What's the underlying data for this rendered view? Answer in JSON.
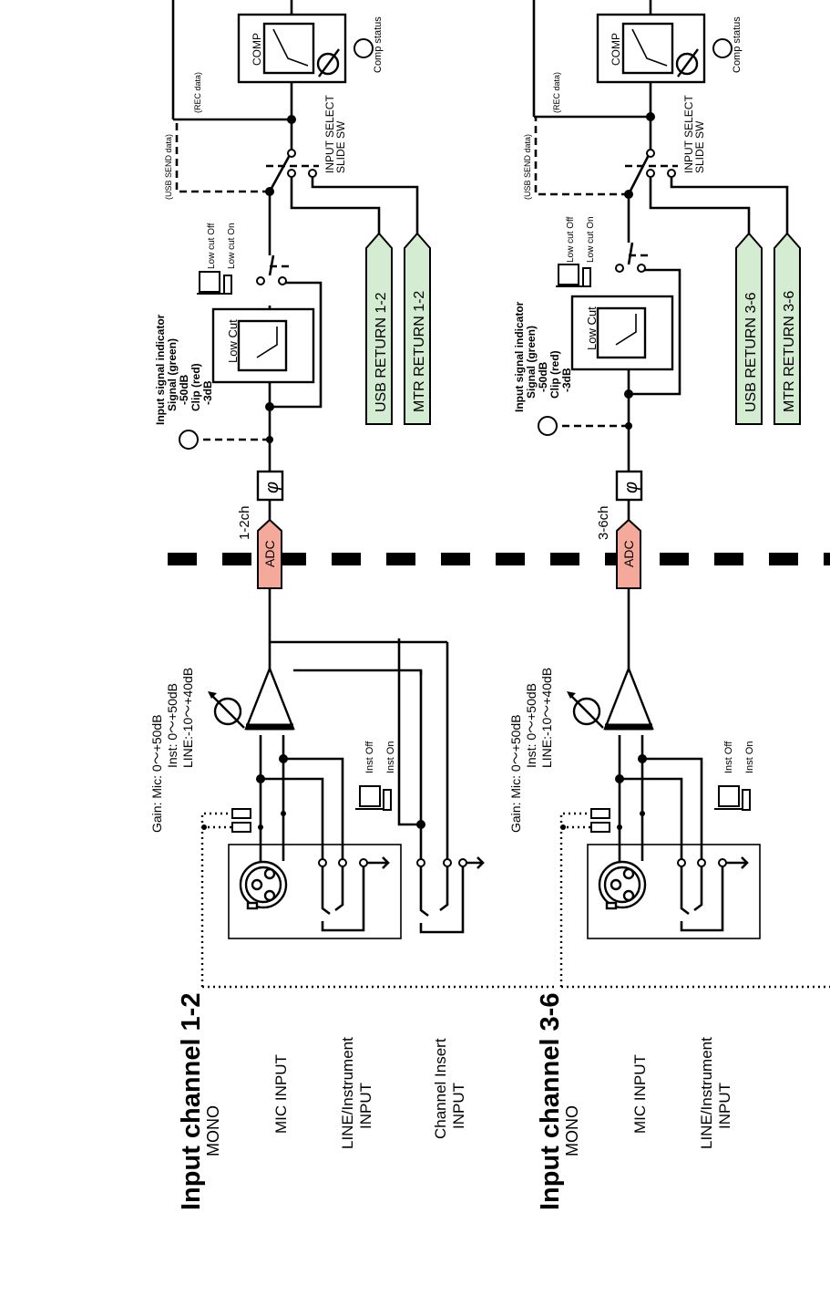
{
  "sections": [
    {
      "title": "Input channel 1-2",
      "subtitle": "MONO",
      "inputs": [
        "MIC  INPUT",
        "LINE/Instrument",
        "INPUT",
        "Channel Insert",
        "INPUT"
      ],
      "gain": [
        "Gain:  Mic:   0～+50dB",
        "Inst:   0～+50dB",
        "LINE:-10～+40dB"
      ],
      "inst": [
        "Inst Off",
        "Inst On"
      ],
      "channel": "1-2ch",
      "adc": "ADC",
      "phase": "φ",
      "indicator": [
        "Input signal indicator",
        "Signal (green)",
        "-50dB",
        "Clip (red)",
        "-3dB"
      ],
      "lowcut": "Low Cut",
      "lowcut_sw": [
        "Low cut Off",
        "Low cut On"
      ],
      "returns": [
        "USB RETURN 1-2",
        "MTR RETURN 1-2"
      ],
      "select": [
        "INPUT SELECT",
        "SLIDE SW"
      ],
      "usb_send": "(USB SEND data)",
      "rec": "(REC data)",
      "comp": "COMP",
      "comp_status": "Comp status"
    },
    {
      "title": "Input channel 3-6",
      "subtitle": "MONO",
      "inputs": [
        "MIC  INPUT",
        "LINE/Instrument",
        "INPUT"
      ],
      "gain": [
        "Gain:  Mic:   0～+50dB",
        "Inst:   0～+50dB",
        "LINE:-10～+40dB"
      ],
      "inst": [
        "Inst Off",
        "Inst On"
      ],
      "channel": "3-6ch",
      "adc": "ADC",
      "phase": "φ",
      "indicator": [
        "Input signal indicator",
        "Signal (green)",
        "-50dB",
        "Clip (red)",
        "-3dB"
      ],
      "lowcut": "Low Cut",
      "lowcut_sw": [
        "Low cut Off",
        "Low cut On"
      ],
      "returns": [
        "USB RETURN 3-6",
        "MTR RETURN 3-6"
      ],
      "select": [
        "INPUT SELECT",
        "SLIDE SW"
      ],
      "usb_send": "(USB SEND data)",
      "rec": "(REC data)",
      "comp": "COMP",
      "comp_status": "Comp status"
    }
  ],
  "colors": {
    "adc": "#f4a99a",
    "return": "#d4ecd2"
  }
}
